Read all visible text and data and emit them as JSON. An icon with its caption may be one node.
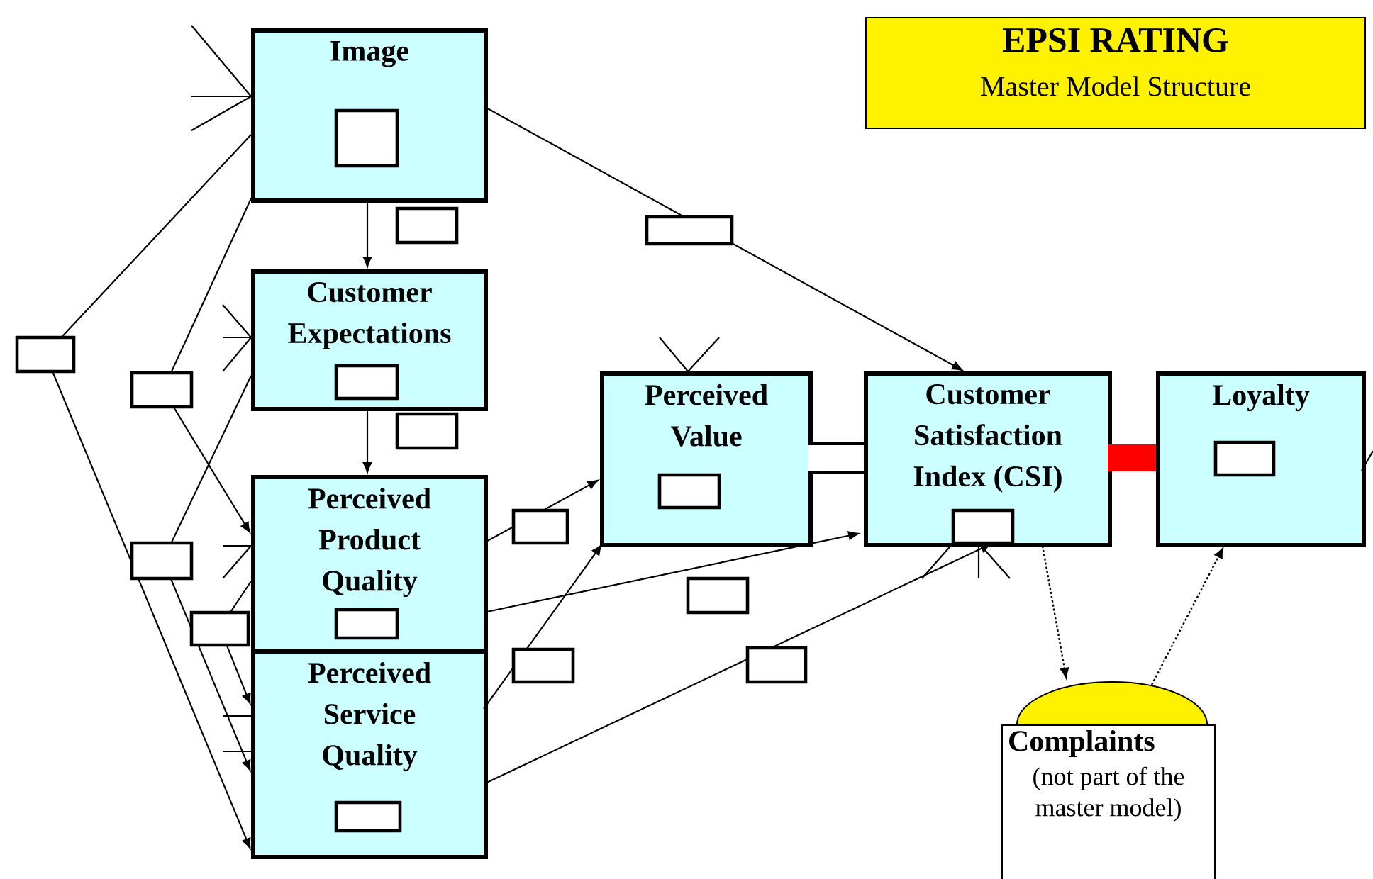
{
  "diagram": {
    "nodes": [
      {
        "text": [
          "EPSI RATING",
          "Master Model Structure"
        ]
      },
      {
        "text": [
          "Image"
        ]
      },
      {
        "text": [
          "Customer Expectations"
        ]
      },
      {
        "text": [
          "Perceived Product Quality"
        ]
      },
      {
        "text": [
          "Perceived Service Quality"
        ]
      },
      {
        "text": [
          "Perceived Value"
        ]
      },
      {
        "text": [
          "Customer Satisfaction Index (CSI)"
        ]
      },
      {
        "text": [
          "Loyalty"
        ]
      },
      {
        "text": [
          "Complaints",
          "(not part of the master model)"
        ]
      }
    ],
    "edges": [
      {
        "from": 1,
        "to": 2,
        "arrow": "to"
      },
      {
        "from": 2,
        "to": 3,
        "arrow": "to"
      },
      {
        "from": 1,
        "to": 6,
        "arrow": "to"
      },
      {
        "from": 3,
        "to": 5,
        "arrow": "to"
      },
      {
        "from": 4,
        "to": 5,
        "arrow": "to"
      },
      {
        "from": 3,
        "to": 6,
        "arrow": "to"
      },
      {
        "from": 4,
        "to": 6,
        "arrow": "to"
      },
      {
        "from": 5,
        "to": 6,
        "arrow": "none",
        "style": "thick"
      },
      {
        "from": 6,
        "to": 7,
        "arrow": "none",
        "style": "thick",
        "color": "#ff0000"
      },
      {
        "from": 6,
        "to": 8,
        "arrow": "to",
        "style": "dashed"
      },
      {
        "from": 8,
        "to": 7,
        "arrow": "to",
        "style": "dashed"
      },
      {
        "from": 1,
        "to": 4,
        "arrow": "to"
      },
      {
        "from": 1,
        "to": 3,
        "arrow": "to"
      },
      {
        "from": 2,
        "to": 4,
        "arrow": "to"
      },
      {
        "from": 3,
        "to": 4,
        "arrow": "to"
      },
      {
        "from": null,
        "to": 1,
        "arrow": "none"
      },
      {
        "from": null,
        "to": 1,
        "arrow": "none"
      },
      {
        "from": null,
        "to": 1,
        "arrow": "none"
      },
      {
        "from": null,
        "to": 2,
        "arrow": "none"
      },
      {
        "from": null,
        "to": 2,
        "arrow": "none"
      },
      {
        "from": null,
        "to": 2,
        "arrow": "none"
      },
      {
        "from": null,
        "to": 3,
        "arrow": "none"
      },
      {
        "from": null,
        "to": 3,
        "arrow": "none"
      },
      {
        "from": null,
        "to": 4,
        "arrow": "none"
      },
      {
        "from": null,
        "to": 4,
        "arrow": "none"
      },
      {
        "from": null,
        "to": 5,
        "arrow": "none"
      },
      {
        "from": null,
        "to": 5,
        "arrow": "none"
      },
      {
        "from": null,
        "to": 6,
        "arrow": "none"
      },
      {
        "from": null,
        "to": 6,
        "arrow": "none"
      },
      {
        "from": null,
        "to": 6,
        "arrow": "none"
      },
      {
        "from": null,
        "to": 7,
        "arrow": "none"
      }
    ]
  }
}
